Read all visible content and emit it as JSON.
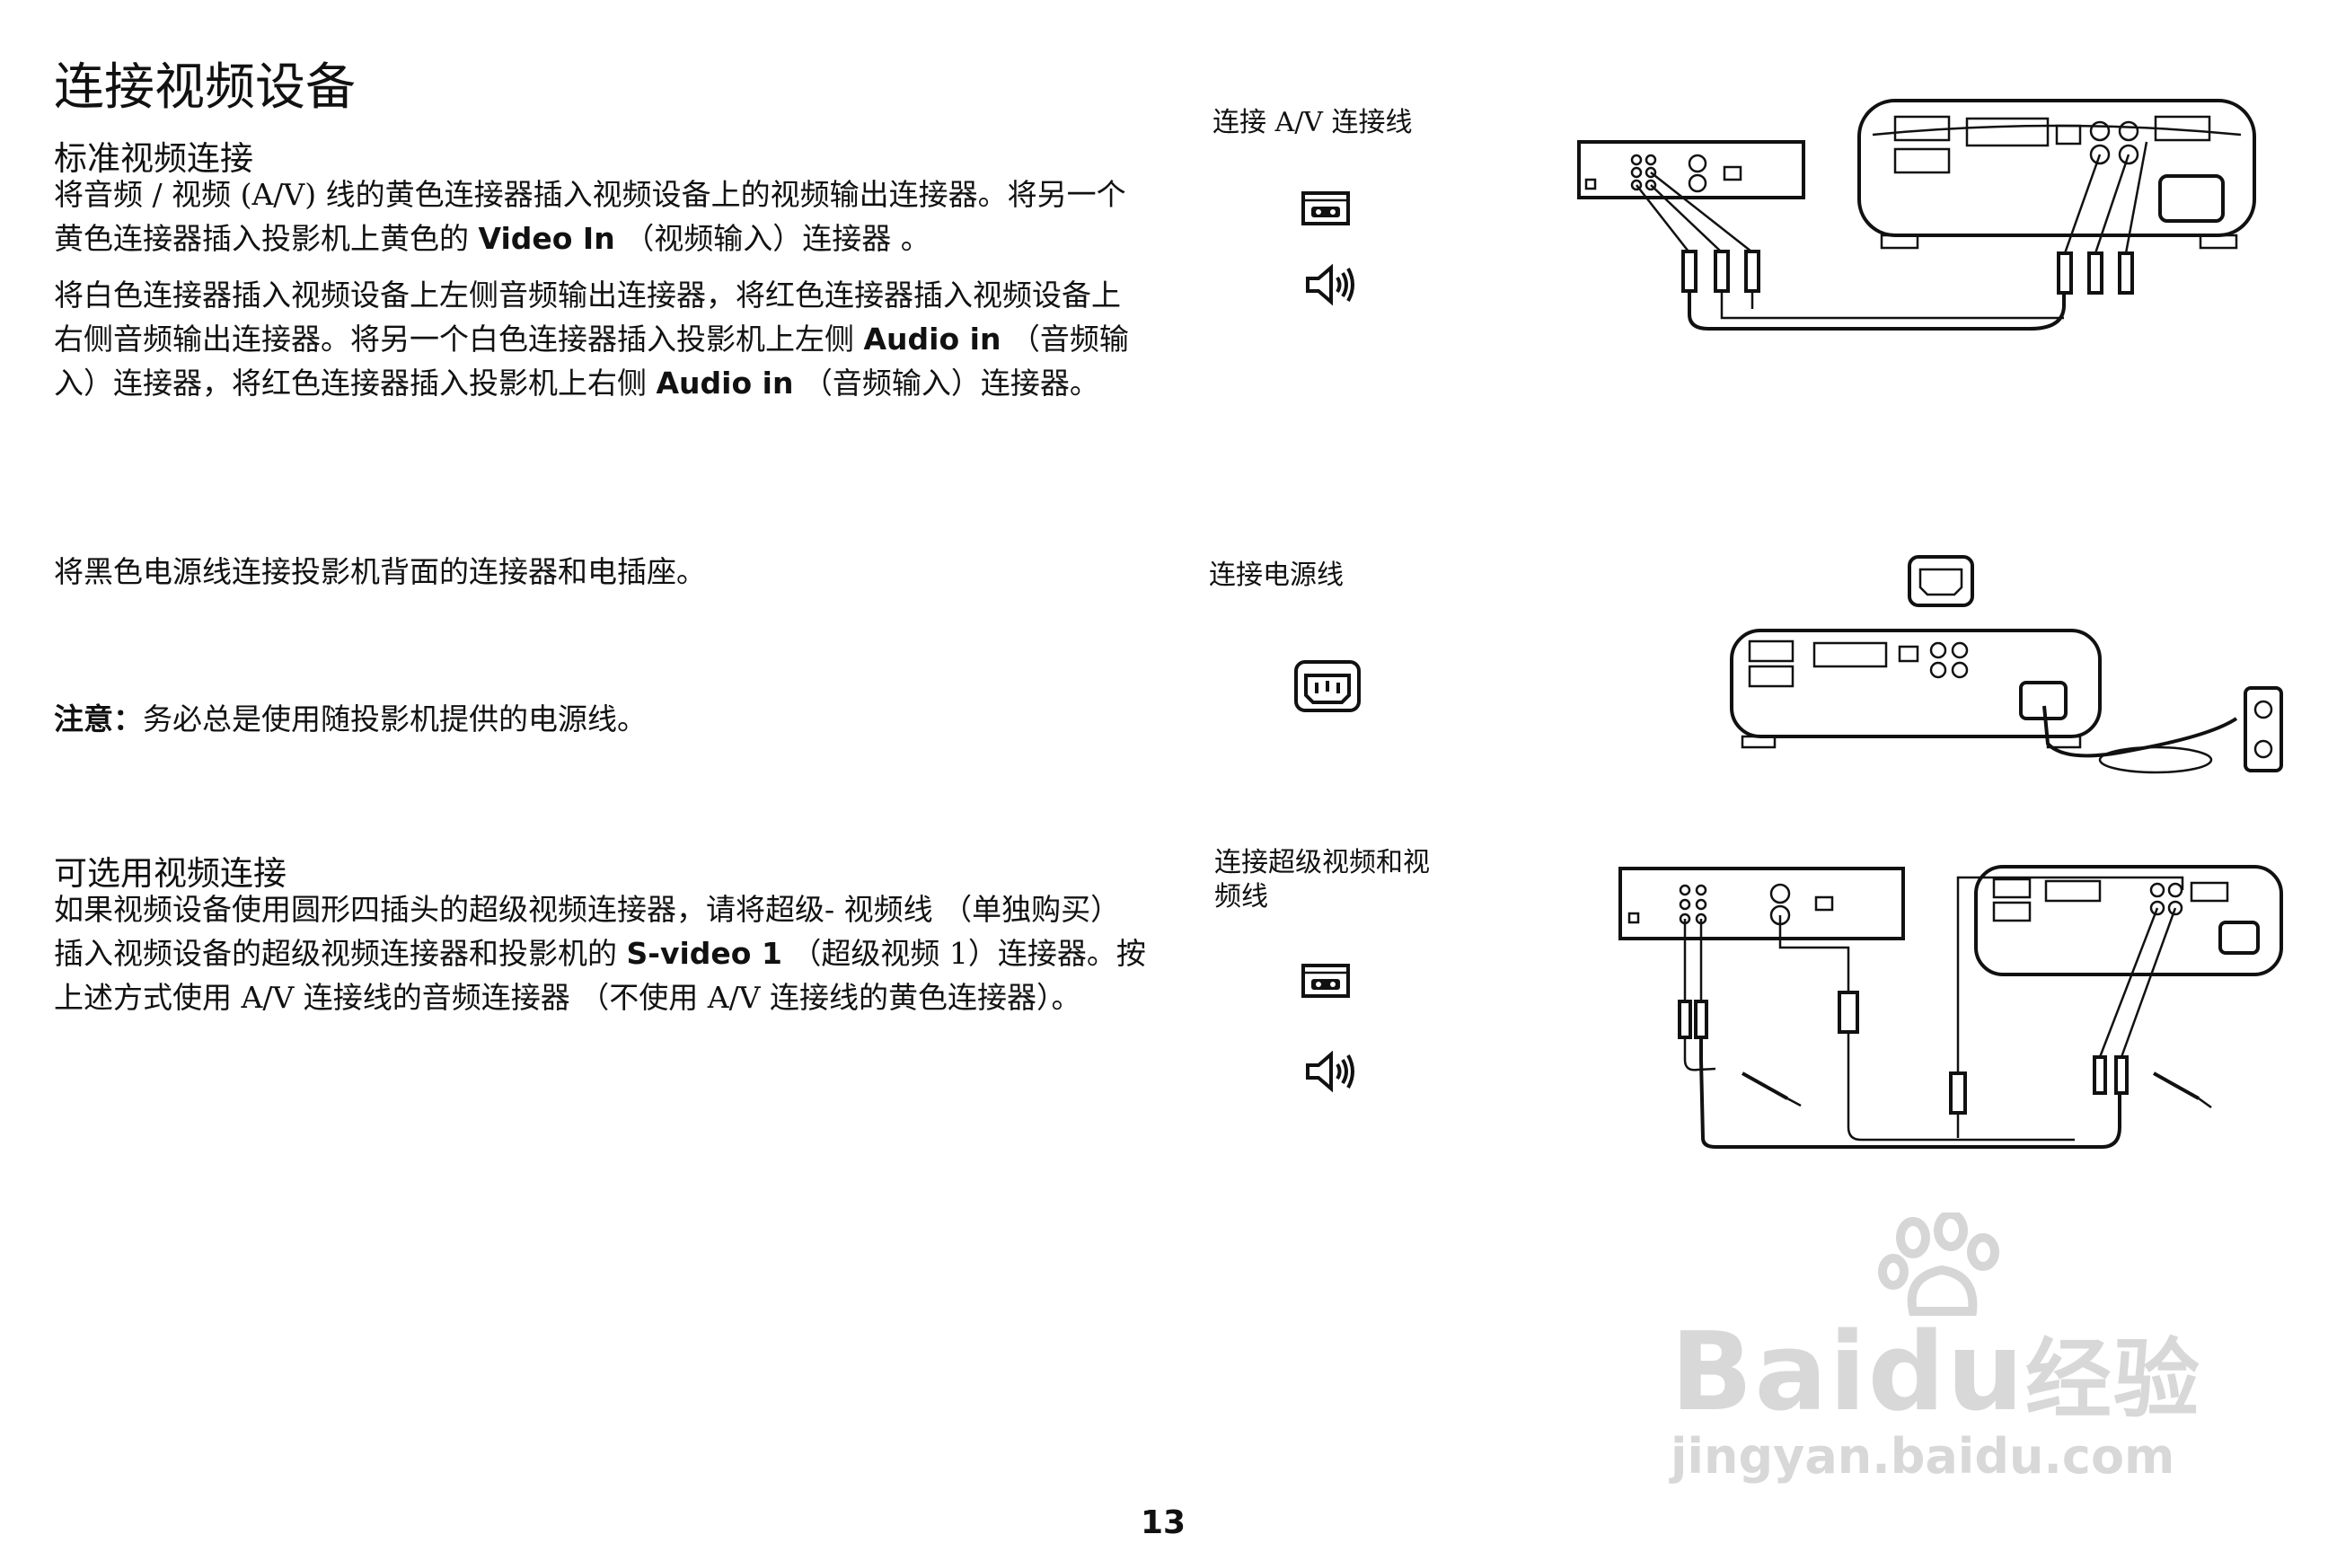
{
  "page": {
    "title": "连接视频设备",
    "page_number": "13"
  },
  "standard": {
    "heading": "标准视频连接",
    "p1": {
      "a": "将音频 / 视频 (A/V) 线的黄色连接器插入视频设备上的视频输出连接器。将另一个黄色连接器插入投影机上黄色的 ",
      "b": "Video In",
      "c": " （视频输入）连接器 。"
    },
    "p2": {
      "a": "将白色连接器插入视频设备上左侧音频输出连接器，将红色连接器插入视频设备上右侧音频输出连接器。将另一个白色连接器插入投影机上左侧 ",
      "b": "Audio in",
      "c": " （音频输入）连接器，将红色连接器插入投影机上右侧 ",
      "d": "Audio in",
      "e": " （音频输入）连接器。"
    },
    "margin_label": "连接 A/V 连接线"
  },
  "power": {
    "text": "将黑色电源线连接投影机背面的连接器和电插座。",
    "note_label": "注意：",
    "note_text": "务必总是使用随投影机提供的电源线。",
    "margin_label": "连接电源线"
  },
  "optional": {
    "heading": "可选用视频连接",
    "p": {
      "a": "如果视频设备使用圆形四插头的超级视频连接器，请将超级- 视频线 （单独购买）插入视频设备的超级视频连接器和投影机的 ",
      "b": "S-video 1",
      "c": " （超级视频 1）连接器。按上述方式使用 A/V 连接线的音频连接器 （不使用 A/V 连接线的黄色连接器）。"
    },
    "margin_label": "连接超级视频和视频线"
  },
  "watermark": {
    "brand_latin": "Bai",
    "brand_du": "du",
    "brand_cn": "经验",
    "url": "jingyan.baidu.com"
  },
  "icons": [
    "video-connector-icon",
    "audio-speaker-icon",
    "power-connector-icon"
  ]
}
